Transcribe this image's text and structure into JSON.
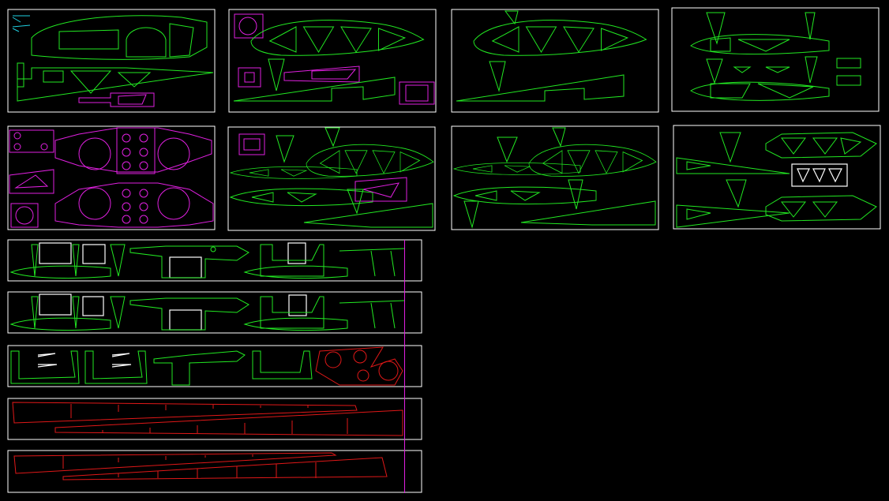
{
  "colors": {
    "background": "#000000",
    "sheet_border": "#ffffff",
    "part_green": "#22e822",
    "part_magenta": "#e020e0",
    "part_red": "#e01818",
    "marker_cyan": "#20d0e0"
  },
  "sheets": [
    {
      "id": "sheet-1"
    },
    {
      "id": "sheet-2"
    },
    {
      "id": "sheet-3"
    },
    {
      "id": "sheet-4"
    },
    {
      "id": "sheet-5"
    },
    {
      "id": "sheet-6"
    },
    {
      "id": "sheet-7"
    },
    {
      "id": "sheet-8"
    },
    {
      "id": "strip-1"
    },
    {
      "id": "strip-2"
    },
    {
      "id": "strip-3"
    },
    {
      "id": "strip-4"
    },
    {
      "id": "strip-5"
    }
  ]
}
